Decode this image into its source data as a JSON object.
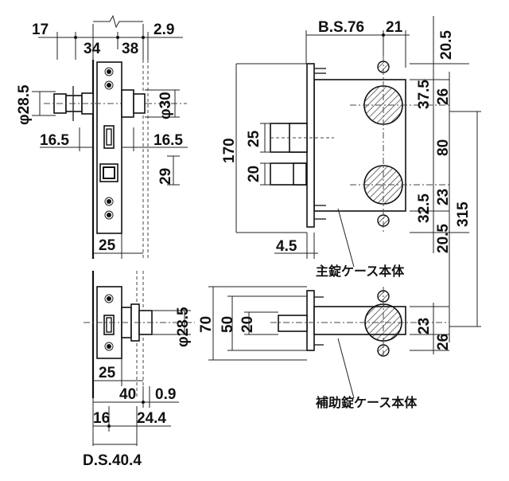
{
  "front_view": {
    "top_dims": [
      "17",
      "34",
      "38",
      "2.9"
    ],
    "dia_28_5": "φ28.5",
    "dia_30": "φ30",
    "left_16_5": "16.5",
    "right_16_5": "16.5",
    "dim_29": "29",
    "dim_25": "25"
  },
  "side_view": {
    "bs": "B.S.76",
    "dim_21": "21",
    "dim_170": "170",
    "dim_25": "25",
    "dim_20": "20",
    "dim_4_5": "4.5",
    "right_dims": [
      "20.5",
      "37.5",
      "26",
      "80",
      "32.5",
      "23",
      "20.5",
      "315"
    ],
    "main_case_label": "主錠ケース本体"
  },
  "aux_front_view": {
    "dia_28_5": "φ28.5",
    "dim_25": "25",
    "dim_40": "40",
    "dim_0_9": "0.9",
    "dim_16": "16",
    "dim_24_4": "24.4",
    "ds": "D.S.40.4"
  },
  "aux_side_view": {
    "dim_70": "70",
    "dim_50": "50",
    "dim_20": "20",
    "dim_23": "23",
    "dim_26": "26",
    "aux_case_label": "補助錠ケース本体"
  }
}
